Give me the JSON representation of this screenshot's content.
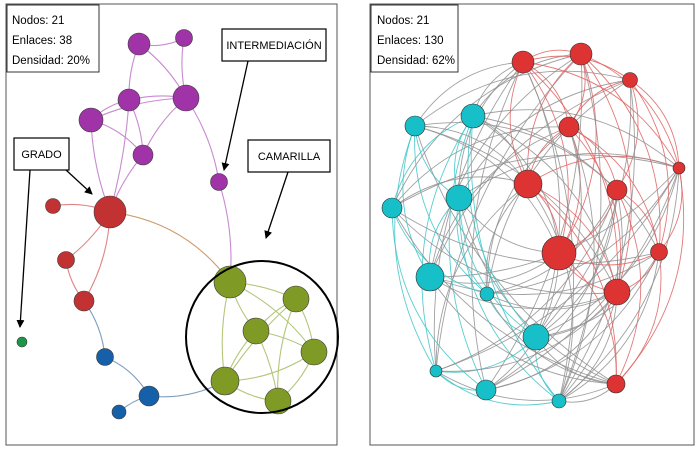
{
  "left_panel": {
    "stats": {
      "nodes": "Nodos: 21",
      "edges": "Enlaces: 38",
      "density": "Densidad: 20%"
    },
    "callouts": {
      "grado": "GRADO",
      "intermediacion": "INTERMEDIACIÓN",
      "camarilla": "CAMARILLA"
    },
    "clusters": [
      {
        "name": "purple",
        "color": "#a033a8",
        "edge_color": "#c88ad0"
      },
      {
        "name": "red",
        "color": "#c33232",
        "edge_color": "#e08585"
      },
      {
        "name": "olive",
        "color": "#7f9a25",
        "edge_color": "#b4c67a"
      },
      {
        "name": "blue",
        "color": "#1560a8",
        "edge_color": "#7fa0bf"
      },
      {
        "name": "green",
        "color": "#1e9648",
        "edge_color": "#7fc39a"
      }
    ]
  },
  "right_panel": {
    "stats": {
      "nodes": "Nodos: 21",
      "edges": "Enlaces: 130",
      "density": "Densidad: 62%"
    },
    "clusters": [
      {
        "name": "red",
        "color": "#dd3333",
        "edge_color": "#e06060"
      },
      {
        "name": "teal",
        "color": "#17c0c8",
        "edge_color": "#3cc4c8"
      }
    ],
    "cross_edge_color": "#8f8f8f"
  }
}
